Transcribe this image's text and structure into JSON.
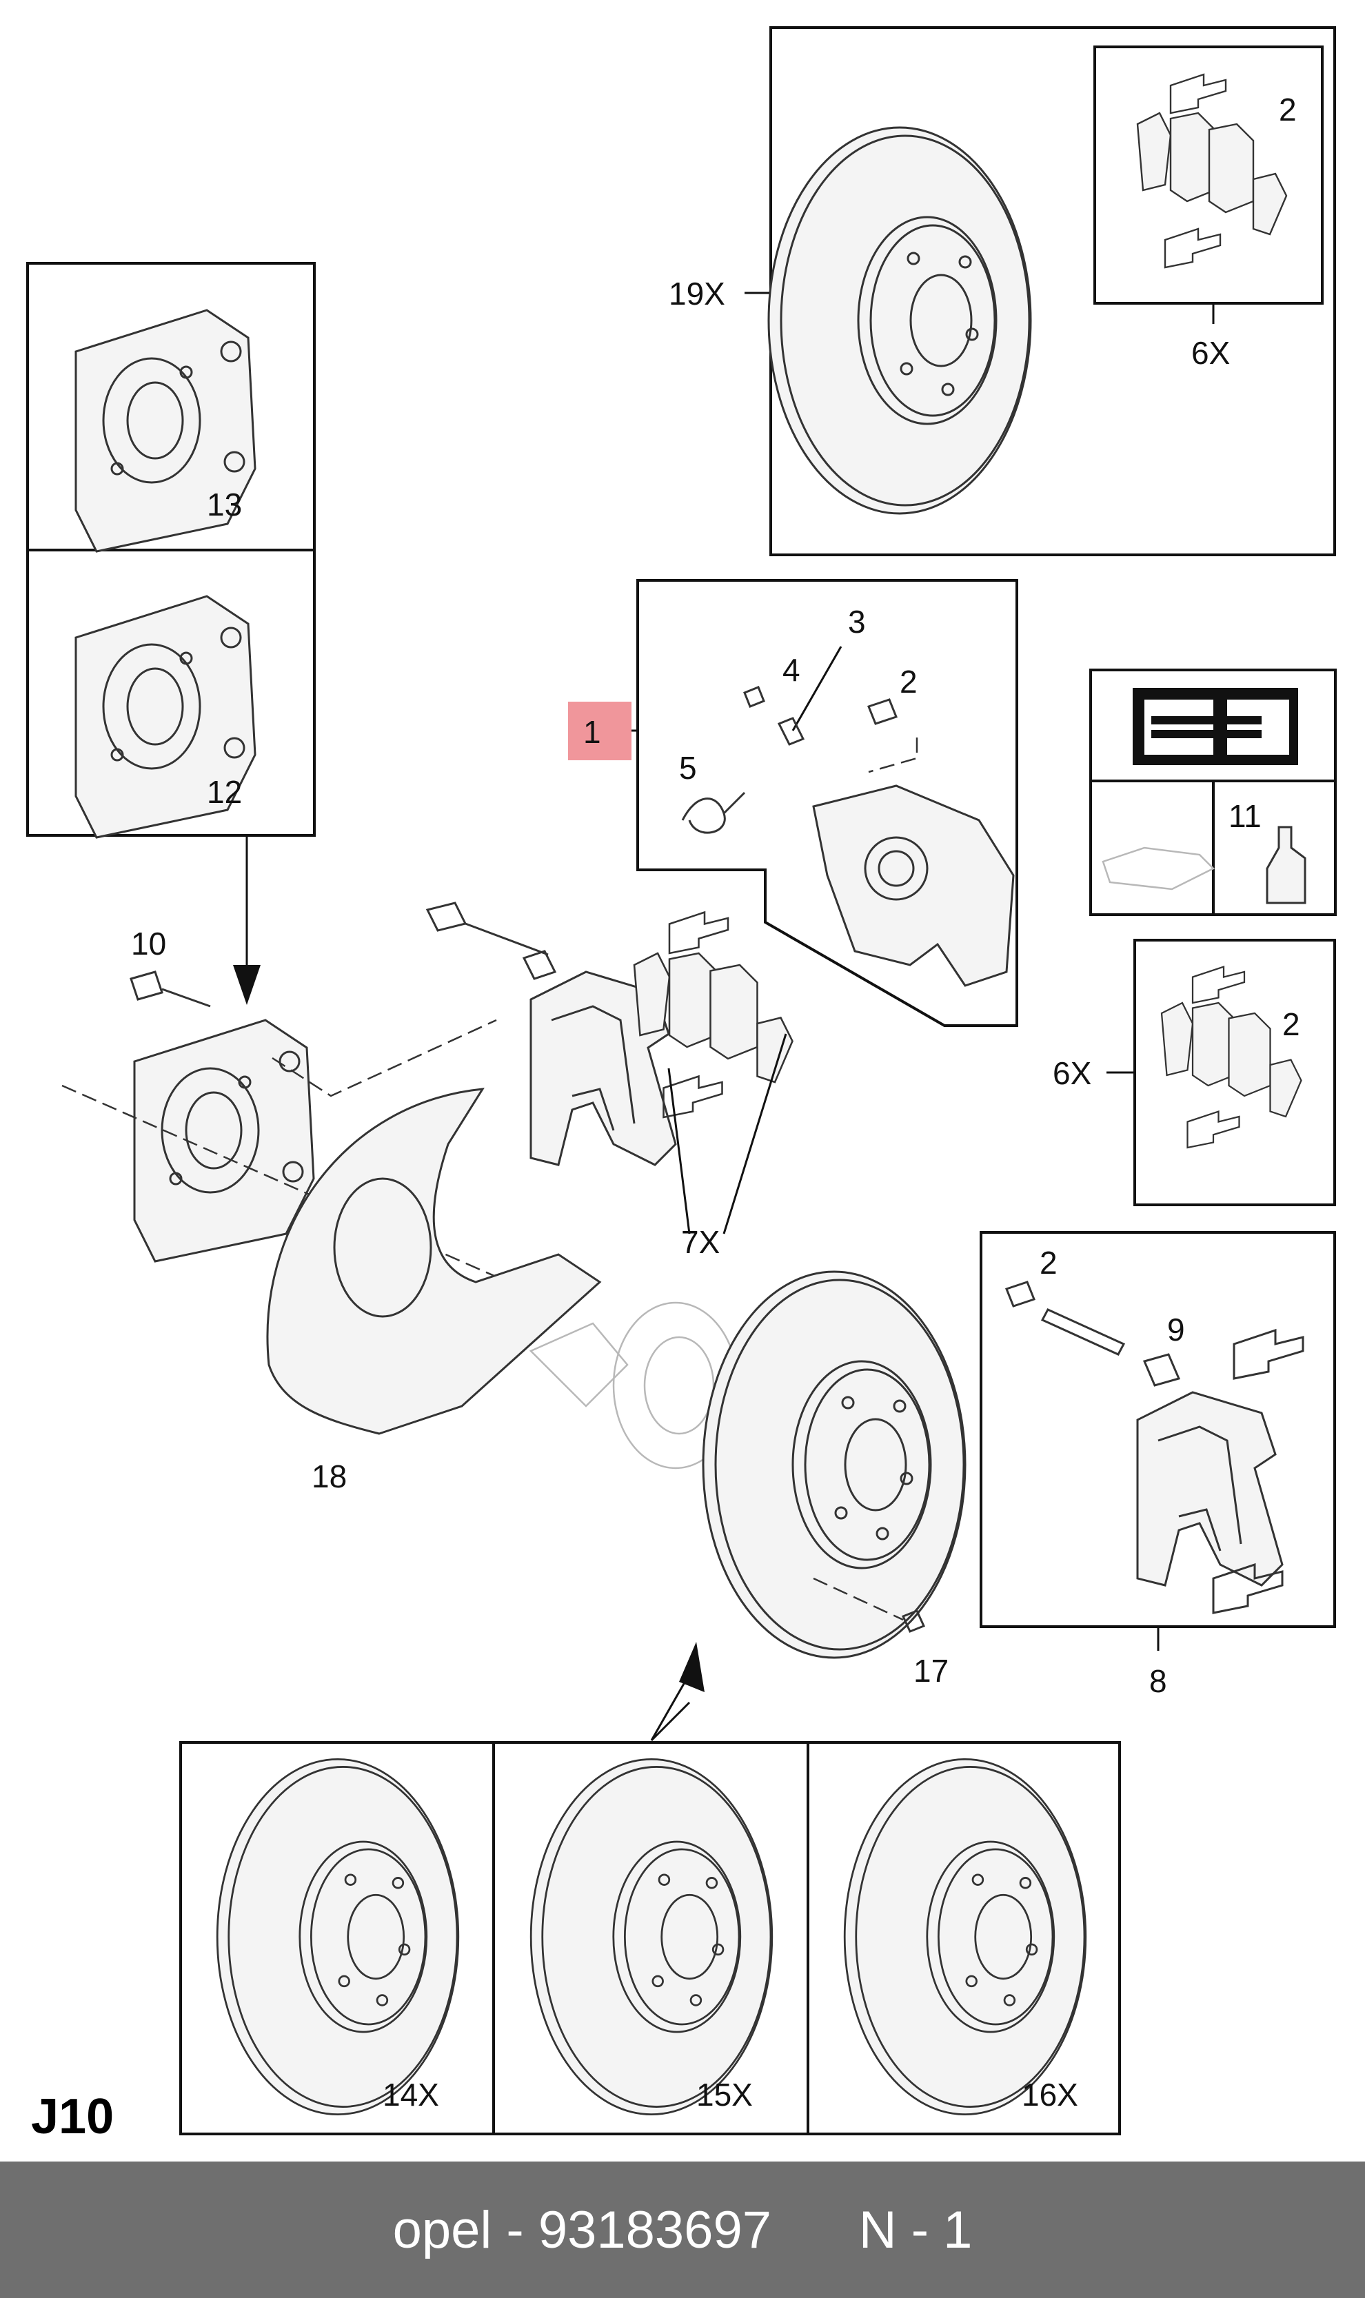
{
  "diagram_code": "J10",
  "callouts": {
    "c1": "1",
    "c2a": "2",
    "c2b": "2",
    "c2c": "2",
    "c2d": "2",
    "c3": "3",
    "c4": "4",
    "c5": "5",
    "c6a": "6X",
    "c6b": "6X",
    "c7": "7X",
    "c8": "8",
    "c9": "9",
    "c10": "10",
    "c11": "11",
    "c12": "12",
    "c13": "13",
    "c14": "14X",
    "c15": "15X",
    "c16": "16X",
    "c17": "17",
    "c18": "18",
    "c19": "19X"
  },
  "highlight_color": "#f0969b",
  "footer": {
    "brand": "opel",
    "separator": "-",
    "part_number": "93183697",
    "position": "N - 1"
  },
  "footer_color": "#6f6f6f"
}
